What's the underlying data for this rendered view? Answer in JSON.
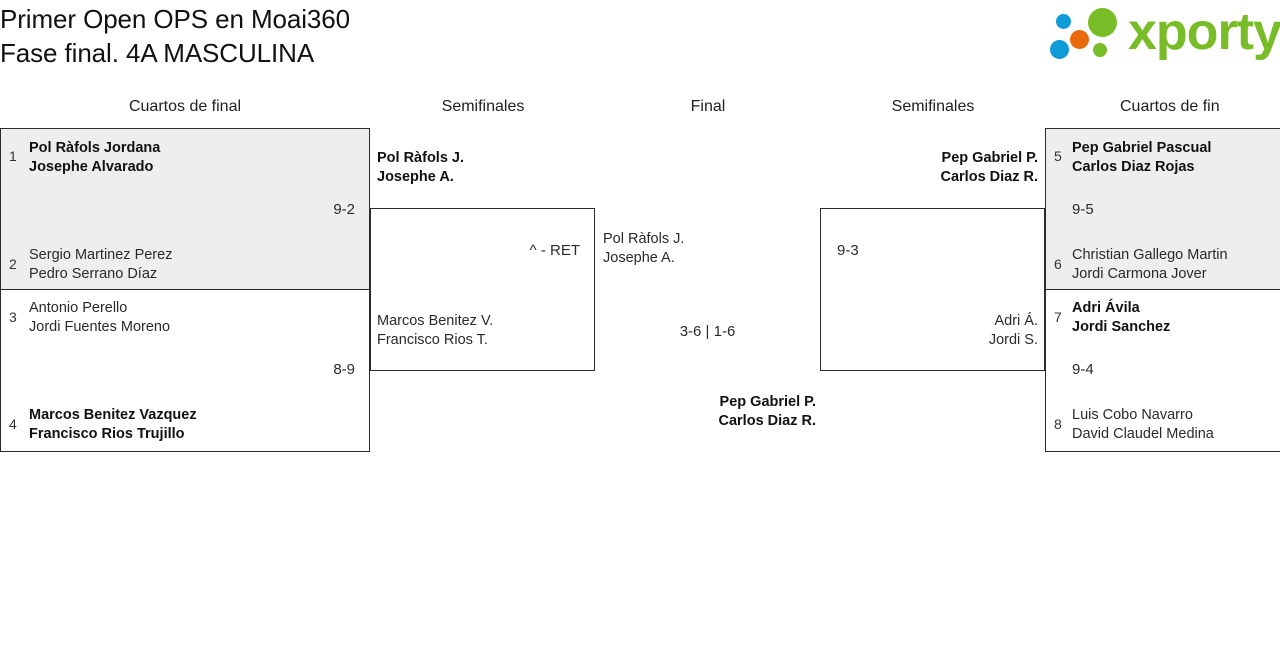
{
  "header": {
    "title_line1": "Primer Open OPS en Moai360",
    "title_line2": "Fase final. 4A MASCULINA",
    "logo_text": "xporty",
    "logo_colors": {
      "green": "#78bc27",
      "blue": "#0f9bd7",
      "orange": "#e8690b"
    }
  },
  "rounds": [
    {
      "label": "Cuartos de final"
    },
    {
      "label": "Semifinales"
    },
    {
      "label": "Final"
    },
    {
      "label": "Semifinales"
    },
    {
      "label": "Cuartos de fin"
    }
  ],
  "left_quarterfinals": [
    {
      "score": "9-2",
      "top": {
        "seed": "1",
        "p1": "Pol Ràfols Jordana",
        "p2": "Josephe Alvarado",
        "winner": true
      },
      "bottom": {
        "seed": "2",
        "p1": "Sergio Martinez Perez",
        "p2": "Pedro Serrano Díaz",
        "winner": false
      }
    },
    {
      "score": "8-9",
      "top": {
        "seed": "3",
        "p1": "Antonio Perello",
        "p2": "Jordi Fuentes Moreno",
        "winner": false
      },
      "bottom": {
        "seed": "4",
        "p1": "Marcos Benitez Vazquez",
        "p2": "Francisco Rios Trujillo",
        "winner": true
      }
    }
  ],
  "left_semifinal": {
    "score": "^ - RET",
    "top": {
      "p1": "Pol Ràfols J.",
      "p2": "Josephe A.",
      "winner": true
    },
    "bottom": {
      "p1": "Marcos Benitez V.",
      "p2": "Francisco Rios T.",
      "winner": false
    }
  },
  "final": {
    "score": "3-6 | 1-6",
    "top": {
      "p1": "Pol Ràfols J.",
      "p2": "Josephe A.",
      "winner": false
    },
    "bottom": {
      "p1": "Pep Gabriel P.",
      "p2": "Carlos Diaz R.",
      "winner": true
    }
  },
  "right_semifinal": {
    "score": "9-3",
    "top": {
      "p1": "Pep Gabriel P.",
      "p2": "Carlos Diaz R.",
      "winner": true
    },
    "bottom": {
      "p1": "Adri Á.",
      "p2": "Jordi S.",
      "winner": false
    }
  },
  "right_quarterfinals": [
    {
      "score": "9-5",
      "top": {
        "seed": "5",
        "p1": "Pep Gabriel Pascual",
        "p2": "Carlos Diaz Rojas",
        "winner": true
      },
      "bottom": {
        "seed": "6",
        "p1": "Christian Gallego Martin",
        "p2": "Jordi Carmona Jover",
        "winner": false
      }
    },
    {
      "score": "9-4",
      "top": {
        "seed": "7",
        "p1": "Adri Ávila",
        "p2": "Jordi Sanchez",
        "winner": true
      },
      "bottom": {
        "seed": "8",
        "p1": "Luis Cobo Navarro",
        "p2": "David Claudel Medina",
        "winner": false
      }
    }
  ]
}
